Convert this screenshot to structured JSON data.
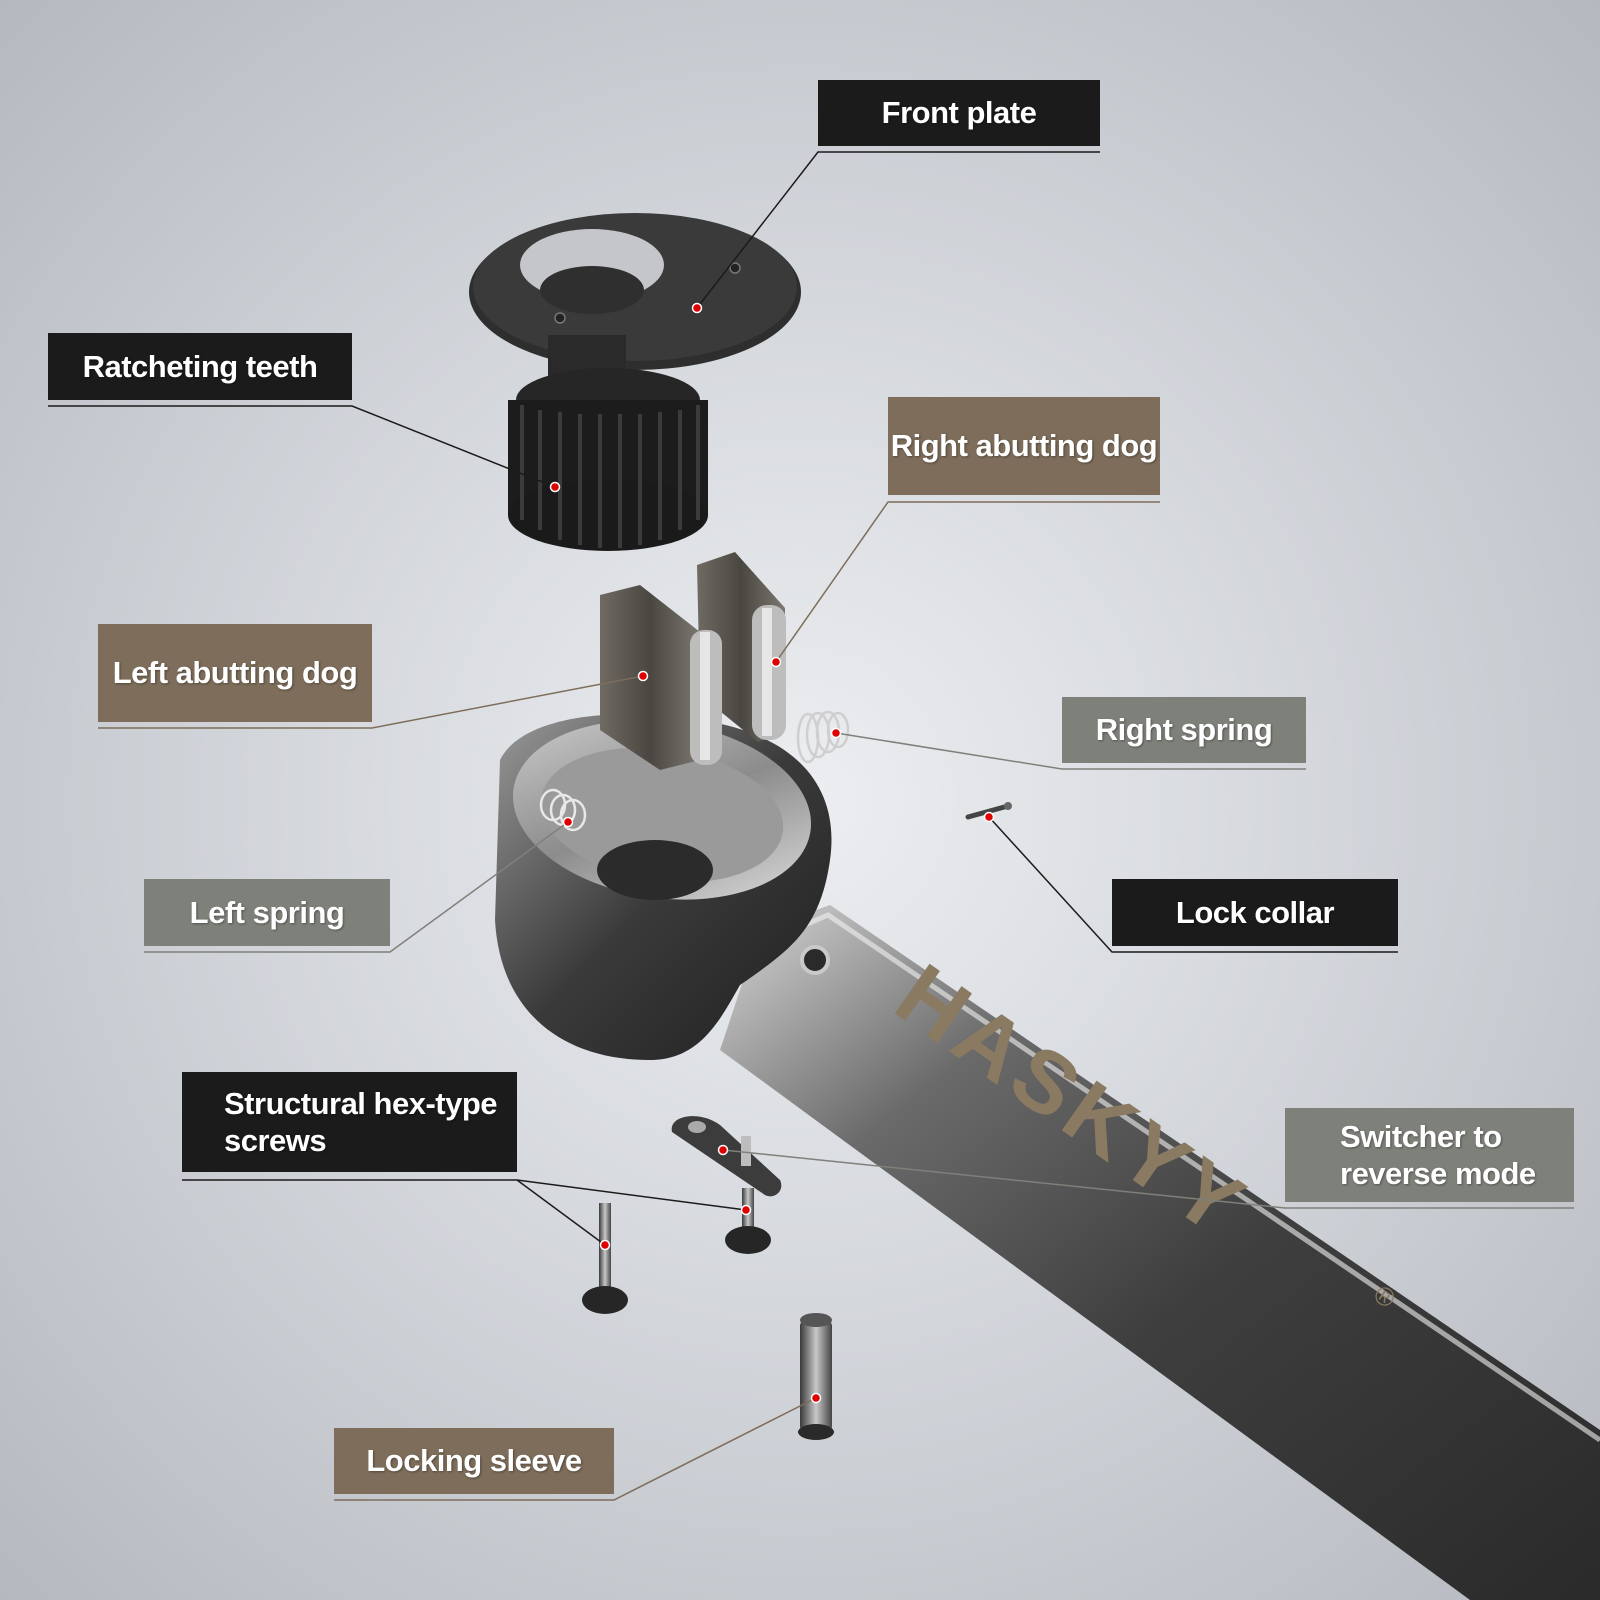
{
  "colors": {
    "dark_label": "#1b1b1b",
    "brown_label": "#7d6d5a",
    "grey_label": "#7e807a",
    "marker": "#e00000",
    "brand_text": "#8a7a62"
  },
  "brand": {
    "logo_text": "HASKYY",
    "registered_mark": "®"
  },
  "labels": {
    "front_plate": "Front plate",
    "ratcheting_teeth": "Ratcheting teeth",
    "right_abutting_dog": "Right abutting dog",
    "left_abutting_dog": "Left abutting dog",
    "right_spring": "Right spring",
    "left_spring": "Left spring",
    "lock_collar": "Lock collar",
    "hex_screws": "Structural hex-type\nscrews",
    "switcher": "Switcher to\nreverse mode",
    "locking_sleeve": "Locking sleeve"
  }
}
